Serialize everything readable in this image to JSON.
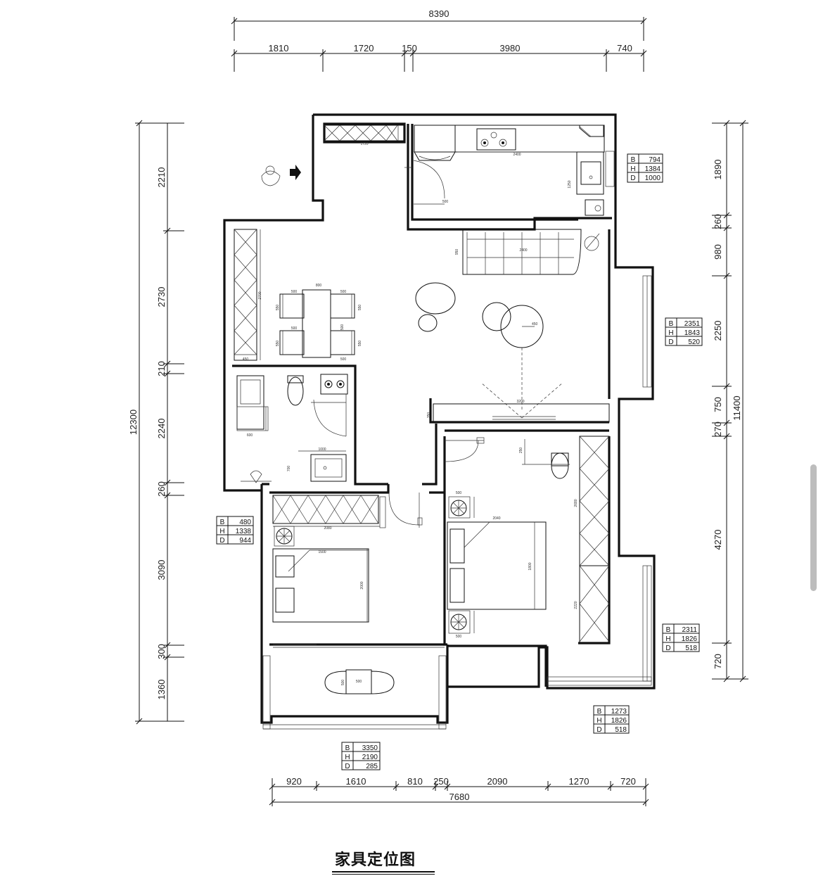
{
  "title": "家具定位图",
  "top_dims": {
    "total": "8390",
    "segments": [
      "1810",
      "1720",
      "150",
      "3980",
      "740"
    ]
  },
  "bottom_dims": {
    "total": "7680",
    "segments": [
      "920",
      "1610",
      "810",
      "250",
      "2090",
      "1270",
      "720"
    ]
  },
  "left_dims": {
    "total": "12300",
    "segments": [
      "2210",
      "2730",
      "210",
      "2240",
      "260",
      "3090",
      "300",
      "1360"
    ]
  },
  "right_dims": {
    "total": "11400",
    "segments": [
      "1890",
      "260",
      "980",
      "2250",
      "750",
      "270",
      "4270",
      "720"
    ]
  },
  "window_tables": [
    {
      "rows": [
        [
          "B",
          "794"
        ],
        [
          "H",
          "1384"
        ],
        [
          "D",
          "1000"
        ]
      ]
    },
    {
      "rows": [
        [
          "B",
          "2351"
        ],
        [
          "H",
          "1843"
        ],
        [
          "D",
          "520"
        ]
      ]
    },
    {
      "rows": [
        [
          "B",
          "480"
        ],
        [
          "H",
          "1338"
        ],
        [
          "D",
          "944"
        ]
      ]
    },
    {
      "rows": [
        [
          "B",
          "2311"
        ],
        [
          "H",
          "1826"
        ],
        [
          "D",
          "518"
        ]
      ]
    },
    {
      "rows": [
        [
          "B",
          "1273"
        ],
        [
          "H",
          "1826"
        ],
        [
          "D",
          "518"
        ]
      ]
    },
    {
      "rows": [
        [
          "B",
          "3350"
        ],
        [
          "H",
          "2190"
        ],
        [
          "D",
          "285"
        ]
      ]
    }
  ],
  "furniture_labels": {
    "entry_cabinet": "1720",
    "kitchen_counter": "2400",
    "kitchen_side": "1250",
    "kitchen_small": "500",
    "sofa_width": "2400",
    "sofa_depth": "950",
    "tea_table": "450",
    "tv_width": "3200",
    "tv_depth": "350",
    "wardrobe_living": "2700",
    "cabinet_450": "450",
    "dining_table": "800",
    "chair_a": "500",
    "chair_b": "550",
    "bath_1000": "1000",
    "bath_600": "600",
    "bath_700": "700",
    "bed1_wardrobe": "2080",
    "bed1_bed": "1500",
    "bed1_bed_len": "2000",
    "bed2_bed": "2040",
    "bed2_bed_len": "1800",
    "bed2_side": "500",
    "bed2_wardrobe": "2680",
    "bed2_wardrobe_b": "2220",
    "balcony_table": "500",
    "desk": "250"
  }
}
